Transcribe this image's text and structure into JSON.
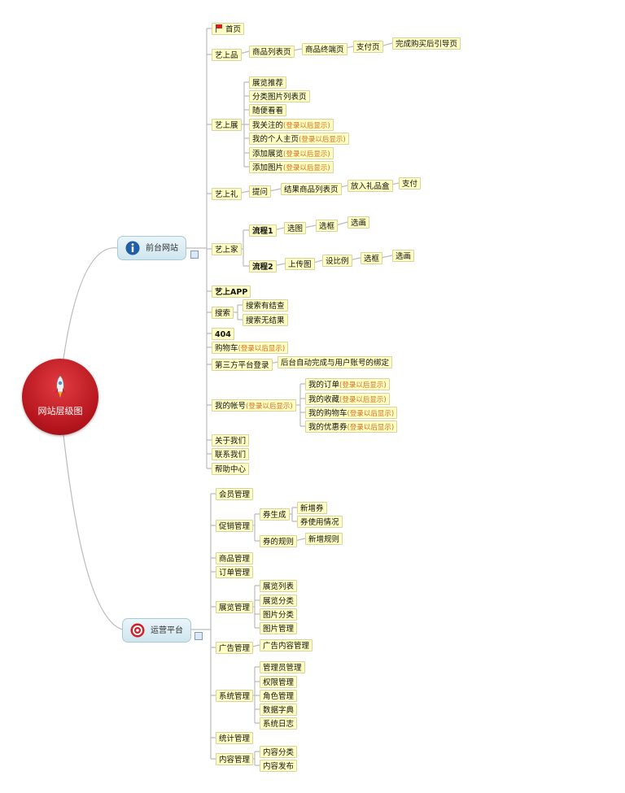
{
  "root": {
    "label": "网站层级图",
    "icon": "rocket-icon"
  },
  "hubs": [
    {
      "id": "front",
      "label": "前台网站",
      "icon": "info-icon",
      "color": "#1f5fa8"
    },
    {
      "id": "ops",
      "label": "运营平台",
      "icon": "target-icon",
      "color": "#d02028"
    }
  ],
  "front_nodes": {
    "home": "首页",
    "yipin": "艺上品",
    "product_list": "商品列表页",
    "product_detail": "商品终端页",
    "pay_page": "支付页",
    "after_buy": "完成购买后引导页",
    "yizhan": "艺上展",
    "exhibit_recommend": "展览推荐",
    "category_images": "分类图片列表页",
    "browse": "随便看看",
    "my_follow": "我关注的",
    "my_home": "我的个人主页",
    "add_exhibit": "添加展览",
    "add_image": "添加图片",
    "yili": "艺上礼",
    "ask": "提问",
    "result_list": "结果商品列表页",
    "gift_box": "放入礼品盒",
    "gift_pay": "支付",
    "yijia": "艺上家",
    "flow1": "流程1",
    "pick_image": "选图",
    "pick_frame_1": "选框",
    "pick_painting_1": "选画",
    "flow2": "流程2",
    "upload_image": "上传图",
    "set_ratio": "设比例",
    "pick_frame_2": "选框",
    "pick_painting_2": "选画",
    "app": "艺上APP",
    "search": "搜索",
    "search_result": "搜索有结查",
    "search_none": "搜索无结果",
    "notfound": "404",
    "cart": "购物车",
    "third_login": "第三方平台登录",
    "auto_bind": "后台自动完成与用户账号的绑定",
    "my_account": "我的帐号",
    "my_orders": "我的订单",
    "my_favorites": "我的收藏",
    "my_cart": "我的购物车",
    "my_coupons": "我的优惠券",
    "about": "关于我们",
    "contact": "联系我们",
    "help": "帮助中心",
    "login_note": "(登录以后显示)"
  },
  "ops_nodes": {
    "members": "会员管理",
    "promo": "促销管理",
    "coupon_gen": "券生成",
    "new_coupon": "新增券",
    "coupon_usage": "券使用情况",
    "coupon_rules": "券的规则",
    "new_rule": "新增规则",
    "goods": "商品管理",
    "orders": "订单管理",
    "exhibit_mgmt": "展览管理",
    "exhibit_list": "展览列表",
    "exhibit_cat": "展览分类",
    "image_cat": "图片分类",
    "image_mgmt": "图片管理",
    "ads": "广告管理",
    "ad_content": "广告内容管理",
    "system": "系统管理",
    "admins": "管理员管理",
    "permissions": "权限管理",
    "roles": "角色管理",
    "dictionary": "数据字典",
    "syslog": "系统日志",
    "stats": "统计管理",
    "content": "内容管理",
    "content_cat": "内容分类",
    "content_pub": "内容发布"
  },
  "colors": {
    "node_bg": "#ffffc4",
    "node_border": "#d8d4a2",
    "login_note": "#d96a1a",
    "line": "#b9b9b9"
  }
}
